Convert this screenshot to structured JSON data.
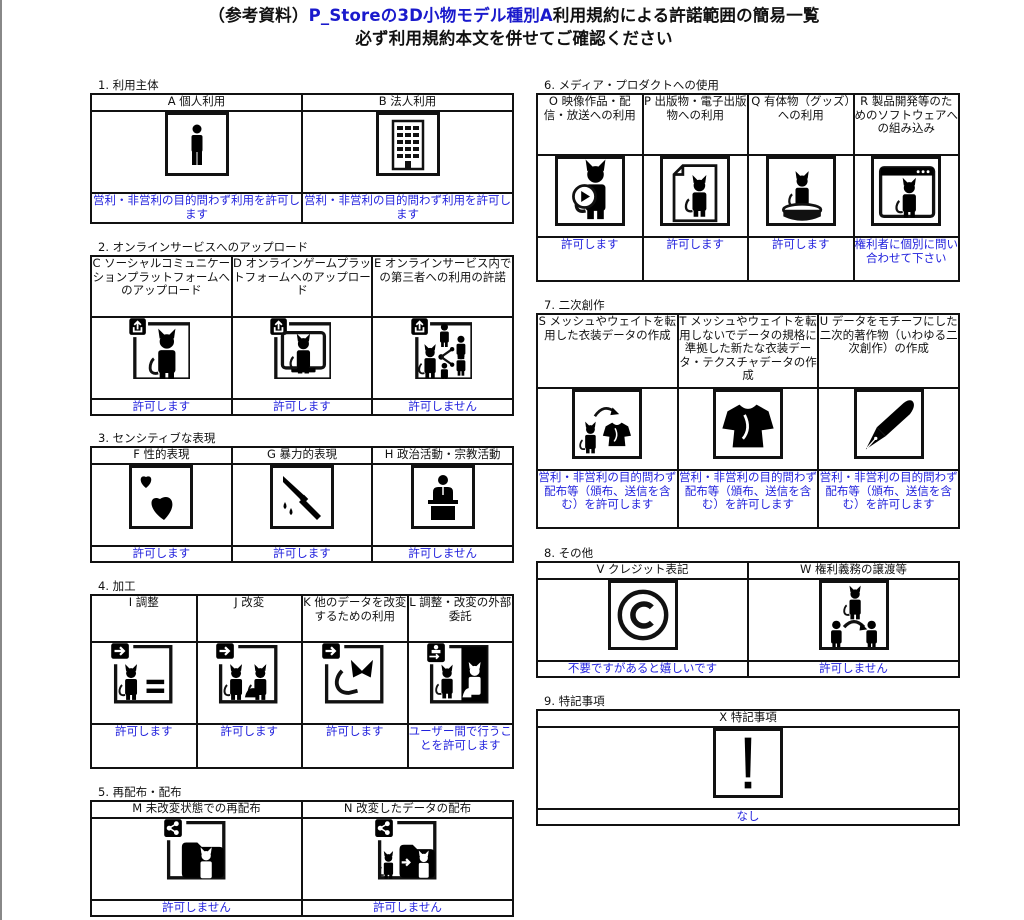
{
  "header": {
    "title_prefix": "（参考資料）",
    "title_highlight": "P_Storeの3D小物モデル種別A",
    "title_suffix": "利用規約による許諾範囲の簡易一覧",
    "subtitle": "必ず利用規約本文を併せてご確認ください"
  },
  "colors": {
    "status_text": "#2222dd",
    "title_highlight": "#1a1acc",
    "border": "#111111"
  },
  "sections": [
    {
      "label": "1. 利用主体",
      "items": [
        {
          "head": "A 個人利用",
          "icon": "person-icon",
          "status": "営利・非営利の目的問わず利用を許可します"
        },
        {
          "head": "B 法人利用",
          "icon": "office-building-icon",
          "status": "営利・非営利の目的問わず利用を許可します"
        }
      ]
    },
    {
      "label": "2. オンラインサービスへのアップロード",
      "items": [
        {
          "head": "C ソーシャルコミュニケーションプラットフォームへのアップロード",
          "icon": "upload-sns-icon",
          "status": "許可します"
        },
        {
          "head": "D オンラインゲームプラットフォームへのアップロード",
          "icon": "upload-game-icon",
          "status": "許可します"
        },
        {
          "head": "E オンラインサービス内での第三者への利用の許諾",
          "icon": "upload-share-icon",
          "status": "許可しません"
        }
      ]
    },
    {
      "label": "3. センシティブな表現",
      "items": [
        {
          "head": "F 性的表現",
          "icon": "hearts-icon",
          "status": "許可します"
        },
        {
          "head": "G 暴力的表現",
          "icon": "knife-icon",
          "status": "許可します"
        },
        {
          "head": "H 政治活動・宗教活動",
          "icon": "podium-speaker-icon",
          "status": "許可しません"
        }
      ]
    },
    {
      "label": "4. 加工",
      "items": [
        {
          "head": "I 調整",
          "icon": "adjust-icon",
          "status": "許可します"
        },
        {
          "head": "J 改変",
          "icon": "modify-icon",
          "status": "許可します"
        },
        {
          "head": "K 他のデータを改変するための利用",
          "icon": "parts-use-icon",
          "status": "許可します"
        },
        {
          "head": "L 調整・改変の外部委託",
          "icon": "outsource-icon",
          "status": "ユーザー間で行うことを許可します"
        }
      ]
    },
    {
      "label": "5. 再配布・配布",
      "items": [
        {
          "head": "M 未改変状態での再配布",
          "icon": "redistribute-icon",
          "status": "許可しません"
        },
        {
          "head": "N 改変したデータの配布",
          "icon": "distribute-modified-icon",
          "status": "許可しません"
        }
      ]
    },
    {
      "label": "6. メディア・プロダクトへの使用",
      "items": [
        {
          "head": "O 映像作品・配信・放送への利用",
          "icon": "video-play-icon",
          "status": "許可します"
        },
        {
          "head": "P 出版物・電子出版物への利用",
          "icon": "document-icon",
          "status": "許可します"
        },
        {
          "head": "Q 有体物（グッズ）への利用",
          "icon": "figure-goods-icon",
          "status": "許可します"
        },
        {
          "head": "R 製品開発等のためのソフトウェアへの組み込み",
          "icon": "software-window-icon",
          "status": "権利者に個別に問い合わせて下さい"
        }
      ]
    },
    {
      "label": "7. 二次創作",
      "items": [
        {
          "head": "S メッシュやウェイトを転用した衣装データの作成",
          "icon": "mesh-clothing-icon",
          "status": "営利・非営利の目的問わず配布等（頒布、送信を含む）を許可します"
        },
        {
          "head": "T メッシュやウェイトを転用しないでデータの規格に準拠した新たな衣装データ・テクスチャデータの作成",
          "icon": "clothing-icon",
          "status": "営利・非営利の目的問わず配布等（頒布、送信を含む）を許可します"
        },
        {
          "head": "U データをモチーフにした二次的著作物（いわゆる二次創作）の作成",
          "icon": "pen-nib-icon",
          "status": "営利・非営利の目的問わず配布等（頒布、送信を含む）を許可します"
        }
      ]
    },
    {
      "label": "8. その他",
      "items": [
        {
          "head": "V クレジット表記",
          "icon": "copyright-icon",
          "status": "不要ですがあると嬉しいです"
        },
        {
          "head": "W 権利義務の譲渡等",
          "icon": "transfer-rights-icon",
          "status": "許可しません"
        }
      ]
    },
    {
      "label": "9. 特記事項",
      "items": [
        {
          "head": "X 特記事項",
          "icon": "exclamation-icon",
          "status": "なし"
        }
      ]
    }
  ]
}
